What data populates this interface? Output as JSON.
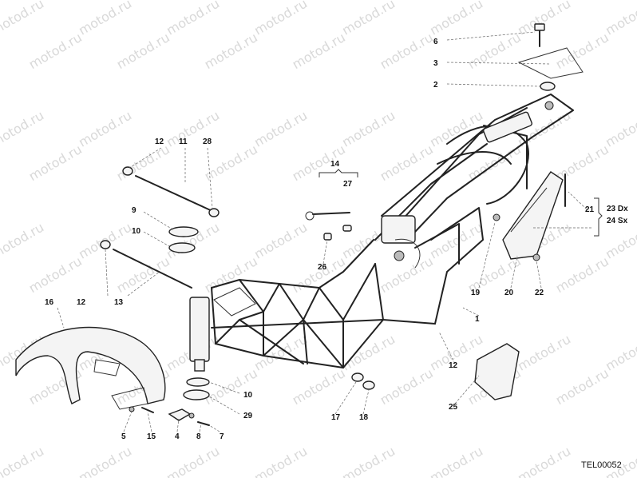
{
  "diagram": {
    "reference_code": "TEL00052",
    "watermark": "motod.ru",
    "callouts": [
      "1",
      "2",
      "3",
      "4",
      "5",
      "6",
      "7",
      "8",
      "10",
      "10",
      "11",
      "12",
      "12",
      "12",
      "13",
      "14",
      "15",
      "16",
      "17",
      "18",
      "19",
      "20",
      "21",
      "22",
      "23 Dx",
      "24 Sx",
      "25",
      "26",
      "27",
      "28",
      "29",
      "9"
    ]
  }
}
